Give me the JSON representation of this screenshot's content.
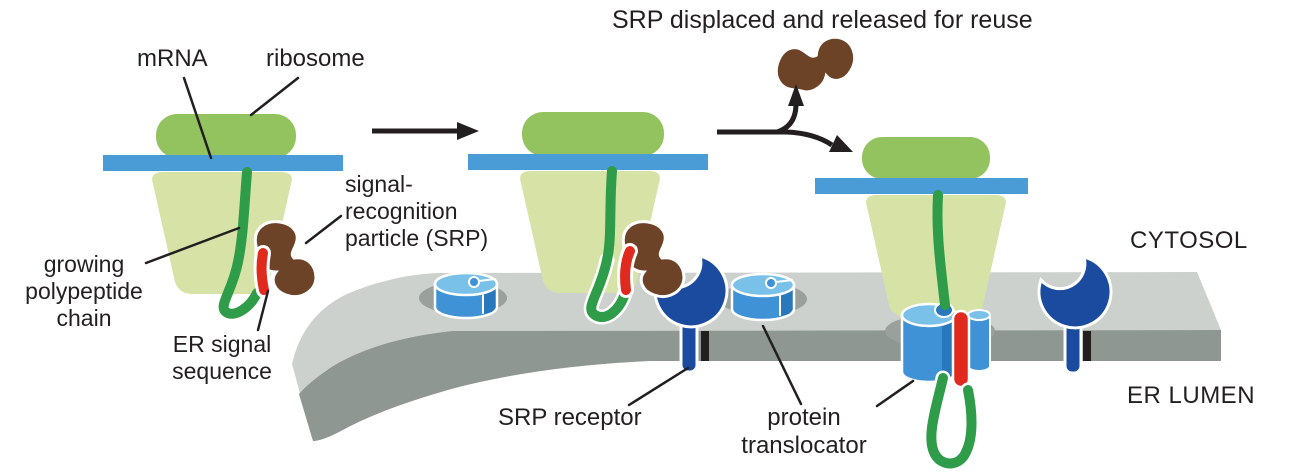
{
  "title": "SRP displaced and released for reuse",
  "labels": {
    "mrna": "mRNA",
    "ribosome": "ribosome",
    "srp": "signal-\nrecognition\nparticle (SRP)",
    "growing_chain": "growing\npolypeptide\nchain",
    "er_signal": "ER signal\nsequence",
    "srp_receptor": "SRP receptor",
    "protein_translocator": "protein\ntranslocator",
    "cytosol": "CYTOSOL",
    "er_lumen": "ER LUMEN"
  },
  "colors": {
    "ink": "#231f20",
    "ribosome-small": "#93c35e",
    "ribosome-large": "#d7e3a6",
    "mrna": "#4a9cd7",
    "chain": "#2f9c49",
    "signal-red": "#e12a1e",
    "srp-brown": "#6d4327",
    "receptor-blue": "#1b4b9f",
    "transloc-top": "#79c1e8",
    "transloc-front": "#3e92d5",
    "transloc-dark": "#2878bb",
    "membrane-top": "#cdd1ce",
    "membrane-front": "#8f9792",
    "membrane-hole": "#9aa19c"
  }
}
